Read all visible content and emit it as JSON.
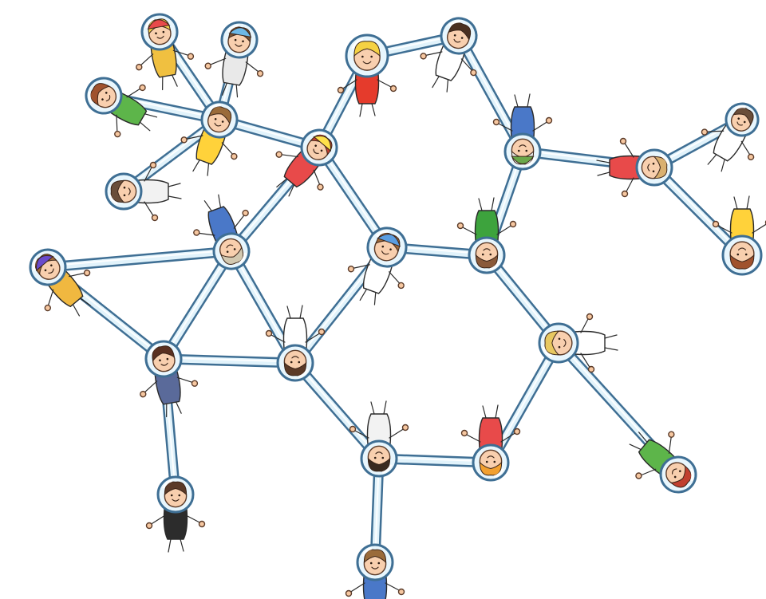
{
  "colors": {
    "tube_outline": "#3f6f94",
    "tube_fill": "#e2f3fb",
    "background": "#ffffff"
  },
  "nodes": [
    {
      "id": "n1",
      "shirt": "#ffd23a",
      "hair": "#9a6b3a",
      "hat": "none"
    },
    {
      "id": "n2",
      "shirt": "#f0c040",
      "hair": "#f2d24a",
      "hat": "#e84a4a"
    },
    {
      "id": "n3",
      "shirt": "#e9e9e9",
      "hair": "#7b5230",
      "hat": "#6db8e6"
    },
    {
      "id": "n4",
      "shirt": "#5db54a",
      "hair": "#a0522d",
      "hat": "none"
    },
    {
      "id": "n5",
      "shirt": "#f2f2f2",
      "hair": "#6a4e3a",
      "hat": "none"
    },
    {
      "id": "n6",
      "shirt": "#e84a4a",
      "hair": "#c04030",
      "hat": "#ffe14a"
    },
    {
      "id": "n7",
      "shirt": "#ffffff",
      "hair": "#4a3020",
      "hat": "none"
    },
    {
      "id": "n8",
      "shirt": "#4a78c8",
      "hair": "#d2c8b0",
      "hat": "none"
    },
    {
      "id": "n9",
      "shirt": "#ffffff",
      "hair": "#a06a3a",
      "hat": "#5a9de0"
    },
    {
      "id": "n10",
      "shirt": "#e53b2c",
      "hair": "#f5d243",
      "hat": "none"
    },
    {
      "id": "n11",
      "shirt": "#6a8fd0",
      "hair": "#e8b84a",
      "hat": "none"
    },
    {
      "id": "n12",
      "shirt": "#ffffff",
      "hair": "#4a3020",
      "hat": "none"
    },
    {
      "id": "n13",
      "shirt": "#ffffff",
      "hair": "#e8e8e8",
      "hat": "none"
    },
    {
      "id": "n14",
      "shirt": "#4a78c8",
      "hair": "#e8e8e8",
      "hat": "#6aa84a"
    },
    {
      "id": "n15",
      "shirt": "#ffffff",
      "hair": "#6a4e3a",
      "hat": "none"
    },
    {
      "id": "n16",
      "shirt": "#e84a4a",
      "hair": "#d9b070",
      "hat": "none"
    },
    {
      "id": "n17",
      "shirt": "#5a6a9a",
      "hair": "#5a3020",
      "hat": "none"
    },
    {
      "id": "n18",
      "shirt": "#ffffff",
      "hair": "#5a3a28",
      "hat": "none"
    },
    {
      "id": "n19",
      "shirt": "#f0b840",
      "hair": "#a06a3a",
      "hat": "#6a4acb"
    },
    {
      "id": "n20",
      "shirt": "#ffd23a",
      "hair": "#a0522d",
      "hat": "none"
    },
    {
      "id": "n21",
      "shirt": "#3da33d",
      "hair": "#8a5a3a",
      "hat": "none"
    },
    {
      "id": "n22",
      "shirt": "#2c2c2c",
      "hair": "#5a3a28",
      "hat": "none"
    },
    {
      "id": "n23",
      "shirt": "#ffffff",
      "hair": "#e8c860",
      "hat": "none"
    },
    {
      "id": "n24",
      "shirt": "#f2f2f2",
      "hair": "#3a2a20",
      "hat": "none"
    },
    {
      "id": "n25",
      "shirt": "#4a78c8",
      "hair": "#9a6b3a",
      "hat": "none"
    },
    {
      "id": "n26",
      "shirt": "#e84a4a",
      "hair": "#f2a030",
      "hat": "none"
    },
    {
      "id": "n27",
      "shirt": "#5db54a",
      "hair": "#c04030",
      "hat": "none"
    },
    {
      "id": "n28",
      "shirt": "#2c2c2c",
      "hair": "#5a3a28",
      "hat": "none"
    }
  ],
  "edges": [
    [
      "n2",
      "n1"
    ],
    [
      "n3",
      "n1"
    ],
    [
      "n4",
      "n1"
    ],
    [
      "n5",
      "n1"
    ],
    [
      "n6",
      "n1"
    ],
    [
      "n1",
      "n7"
    ],
    [
      "n7",
      "n8"
    ],
    [
      "n7",
      "n10"
    ],
    [
      "n7",
      "n11"
    ],
    [
      "n11",
      "n12"
    ],
    [
      "n12",
      "n13"
    ],
    [
      "n13",
      "n14"
    ],
    [
      "n14",
      "n15"
    ],
    [
      "n14",
      "n16"
    ],
    [
      "n16",
      "n10"
    ],
    [
      "n10",
      "n9"
    ],
    [
      "n8",
      "n17"
    ],
    [
      "n17",
      "n18"
    ],
    [
      "n18",
      "n9"
    ],
    [
      "n10",
      "n9"
    ],
    [
      "n19",
      "n20"
    ],
    [
      "n20",
      "n21"
    ],
    [
      "n20",
      "n23"
    ],
    [
      "n19",
      "n22"
    ],
    [
      "n21",
      "n23"
    ],
    [
      "n23",
      "n24"
    ],
    [
      "n24",
      "n25"
    ],
    [
      "n24",
      "n26"
    ],
    [
      "n26",
      "n27"
    ],
    [
      "n27",
      "n28"
    ],
    [
      "n27",
      "n18"
    ],
    [
      "n28",
      "n25"
    ]
  ]
}
